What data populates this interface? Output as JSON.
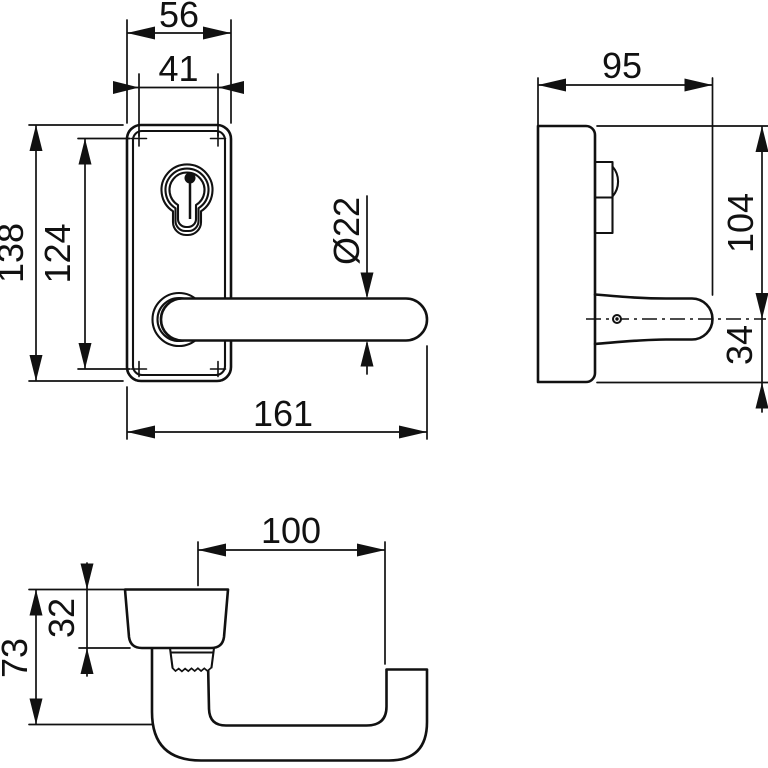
{
  "drawing": {
    "title": "Door lever handle with backplate - dimensioned drawing",
    "background": "#ffffff",
    "line_color": "#111111",
    "views": {
      "front": {
        "dims": {
          "plate_width": "56",
          "fixing_width": "41",
          "plate_height": "138",
          "fixing_height": "124",
          "grip_diameter": "Ø22",
          "overall_length": "161"
        }
      },
      "side": {
        "dims": {
          "projection": "95",
          "top_to_axis": "104",
          "axis_to_bottom": "34"
        }
      },
      "plan": {
        "dims": {
          "grip_length": "100",
          "boss_depth": "32",
          "overall_depth": "73"
        }
      }
    }
  }
}
